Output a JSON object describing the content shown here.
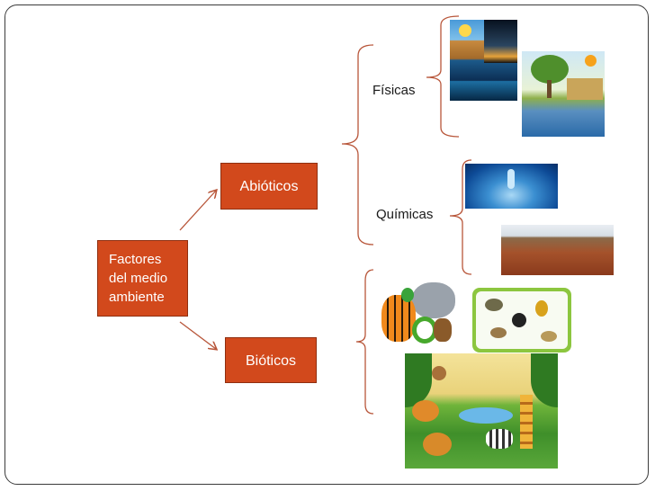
{
  "root": {
    "lines": [
      "Factores",
      "del medio",
      "ambiente"
    ]
  },
  "abioticos": {
    "label": "Abióticos"
  },
  "bioticos": {
    "label": "Bióticos"
  },
  "fisicas": {
    "label": "Físicas"
  },
  "quimicas": {
    "label": "Químicas"
  },
  "colors": {
    "box_fill": "#d2491c",
    "connector": "#b8563a",
    "frame": "#3b3b3b"
  },
  "images": [
    "water-sky-collage-image",
    "tree-pond-image",
    "water-drop-image",
    "field-landscape-image",
    "cartoon-animals-image",
    "animal-stickers-image",
    "jungle-scene-image"
  ]
}
